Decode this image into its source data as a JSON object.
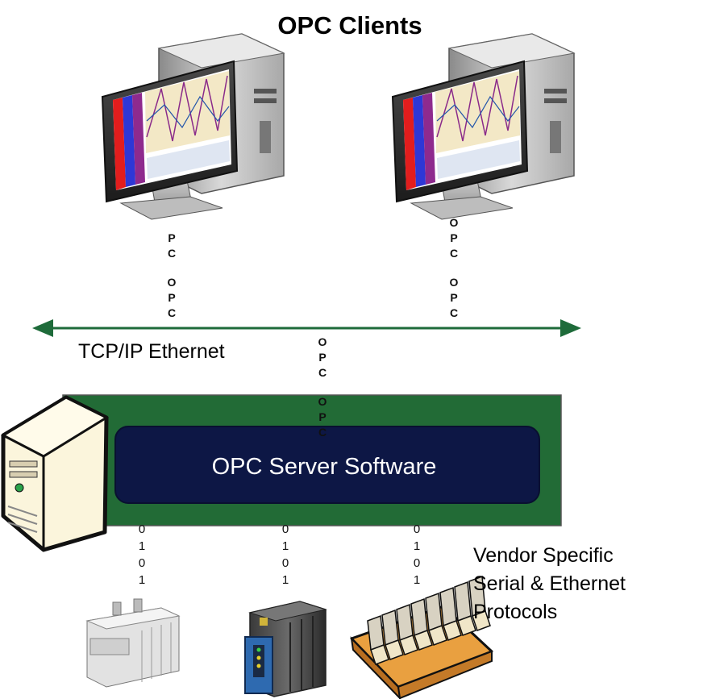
{
  "title": "OPC Clients",
  "network_label": "TCP/IP Ethernet",
  "server_label": "OPC Server Software",
  "vendor_label": {
    "line1": "Vendor Specific",
    "line2": "Serial & Ethernet",
    "line3": "Protocols"
  },
  "opc_left": [
    "P",
    "C",
    "O",
    "P",
    "C"
  ],
  "opc_right": [
    "O",
    "P",
    "C",
    "O",
    "P",
    "C"
  ],
  "opc_center": [
    "O",
    "P",
    "C",
    "O",
    "P",
    "C"
  ],
  "bits": [
    "0",
    "1",
    "0",
    "1"
  ],
  "colors": {
    "arrow": "#1e6b3a",
    "server_panel": "#226b36",
    "server_box": "#0d1745",
    "server_case": "#fbf5dc"
  }
}
